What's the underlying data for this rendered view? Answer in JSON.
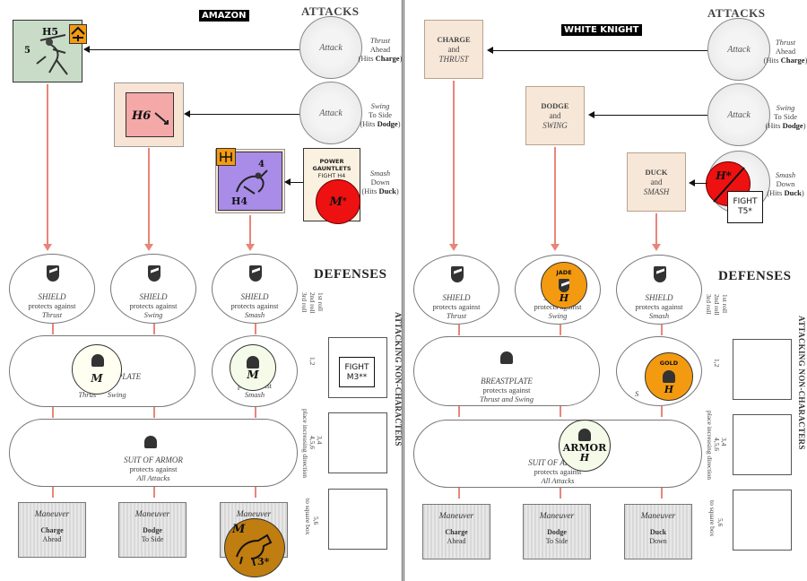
{
  "left": {
    "name": "AMAZON",
    "attacks_title": "ATTACKS",
    "defenses_title": "DEFENSES",
    "attacks": [
      {
        "circle": "Attack",
        "line1": "Thrust",
        "line2": "Ahead",
        "hits_pre": "(Hits ",
        "hits_key": "Charge",
        "hits_post": ")"
      },
      {
        "circle": "Attack",
        "line1": "Swing",
        "line2": "To Side",
        "hits_pre": "(Hits ",
        "hits_key": "Dodge",
        "hits_post": ")"
      },
      {
        "circle": "Attack",
        "line1": "Smash",
        "line2": "Down",
        "hits_pre": "(Hits ",
        "hits_key": "Duck",
        "hits_post": ")"
      }
    ],
    "chits": [
      {
        "label_top": "H5",
        "label_side": "5",
        "color": "#c8dcc8"
      },
      {
        "label": "H6",
        "color": "#f4a8a8"
      },
      {
        "label_num": "4",
        "label": "H4",
        "color": "#a98ce8"
      }
    ],
    "power_gauntlets": {
      "line1": "POWER",
      "line2": "GAUNTLETS",
      "line3": "FIGHT H4",
      "token": "M",
      "star": "*",
      "color": "#ee1111"
    },
    "shields": [
      {
        "title": "SHIELD",
        "sub1": "protects against",
        "sub2": "Thrust"
      },
      {
        "title": "SHIELD",
        "sub1": "protects against",
        "sub2": "Swing"
      },
      {
        "title": "SHIELD",
        "sub1": "protects against",
        "sub2": "Smash"
      }
    ],
    "breastplate": {
      "title_frag": "PLATE",
      "sub_frag1": "Thrus",
      "sub_frag2": "Swing",
      "token": "M"
    },
    "helmet": {
      "sub1": "pr",
      "sub1b": "ainst",
      "sub2": "Smash",
      "token": "M"
    },
    "suit": {
      "title": "SUIT OF ARMOR",
      "sub1": "protects against",
      "sub2": "All Attacks"
    },
    "maneuvers": [
      {
        "title": "Maneuver",
        "l2": "Charge",
        "l3": "Ahead"
      },
      {
        "title": "Maneuver",
        "l2": "Dodge",
        "l3": "To Side"
      },
      {
        "title": "Maneuver",
        "l2": "",
        "l3": ""
      }
    ],
    "side_title": "ATTACKING NON-CHARACTERS",
    "side_rolls": [
      "1st roll",
      "2nd roll",
      "3rd roll"
    ],
    "side_labels": [
      "1,2",
      "3,4",
      "4,5,6",
      "place increasing direction",
      "5,6",
      "to square box"
    ],
    "fight_token": {
      "l1": "FIGHT",
      "l2": "M3**"
    },
    "horse_token": {
      "l1": "M",
      "l2": "3*",
      "color": "#c07d10"
    }
  },
  "right": {
    "name": "WHITE KNIGHT",
    "attacks_title": "ATTACKS",
    "defenses_title": "DEFENSES",
    "boxes": [
      {
        "l1": "CHARGE",
        "l2": "and",
        "l3": "THRUST"
      },
      {
        "l1": "DODGE",
        "l2": "and",
        "l3": "SWING"
      },
      {
        "l1": "DUCK",
        "l2": "and",
        "l3": "SMASH"
      }
    ],
    "attacks": [
      {
        "circle": "Attack",
        "line1": "Thrust",
        "line2": "Ahead",
        "hits_pre": "(Hits ",
        "hits_key": "Charge",
        "hits_post": ")"
      },
      {
        "circle": "Attack",
        "line1": "Swing",
        "line2": "To Side",
        "hits_pre": "(Hits ",
        "hits_key": "Dodge",
        "hits_post": ")"
      },
      {
        "circle": "Attack",
        "line1": "Smash",
        "line2": "Down",
        "hits_pre": "(Hits ",
        "hits_key": "Duck",
        "hits_post": ")"
      }
    ],
    "red_counter": {
      "label": "H*",
      "color": "#ee1111"
    },
    "fight_token": {
      "l1": "FIGHT",
      "l2": "T5*"
    },
    "shields": [
      {
        "title": "SHIELD",
        "sub1": "protects against",
        "sub2": "Thrust"
      },
      {
        "title": "SHIELD",
        "sub1": "protects against",
        "sub2": "Swing"
      },
      {
        "title": "SHIELD",
        "sub1": "protects against",
        "sub2": "Smash"
      }
    ],
    "jade": {
      "label": "JADE",
      "token": "H",
      "color": "#f39a10"
    },
    "gold": {
      "label": "GOLD",
      "token": "H",
      "color": "#f39a10"
    },
    "breastplate": {
      "title": "BREASTPLATE",
      "sub1": "protects against",
      "sub2": "Thrust and Swing"
    },
    "helmet": {
      "sub": "S"
    },
    "suit": {
      "title": "SUIT OF ARMOR",
      "sub1": "protects against",
      "sub2": "All Attacks"
    },
    "armor_token": {
      "l1": "ARMOR",
      "l2": "H"
    },
    "maneuvers": [
      {
        "title": "Maneuver",
        "l2": "Charge",
        "l3": "Ahead"
      },
      {
        "title": "Maneuver",
        "l2": "Dodge",
        "l3": "To Side"
      },
      {
        "title": "Maneuver",
        "l2": "Duck",
        "l3": "Down"
      }
    ],
    "side_title": "ATTACKING NON-CHARACTERS",
    "side_rolls": [
      "1st roll",
      "2nd roll",
      "3rd roll"
    ],
    "side_labels": [
      "1,2",
      "3,4",
      "4,5,6",
      "place increasing direction",
      "5,6",
      "to square box"
    ]
  }
}
